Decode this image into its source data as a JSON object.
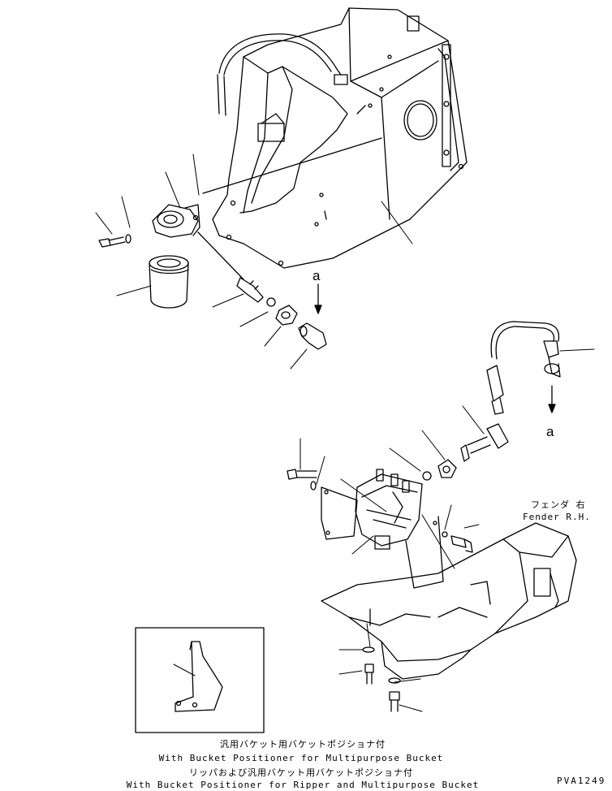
{
  "markers": {
    "a_top": "a",
    "a_bottom": "a"
  },
  "fender": {
    "jp": "フェンダ 右",
    "en": "Fender R.H."
  },
  "captions": {
    "line1_jp": "汎用バケット用バケットポジショナ付",
    "line1_en": "With Bucket Positioner for Multipurpose Bucket",
    "line2_jp": "リッパおよび汎用バケット用バケットポジショナ付",
    "line2_en": "With Bucket Positioner for Ripper and Multipurpose Bucket"
  },
  "drawing_code": "PVA1249"
}
